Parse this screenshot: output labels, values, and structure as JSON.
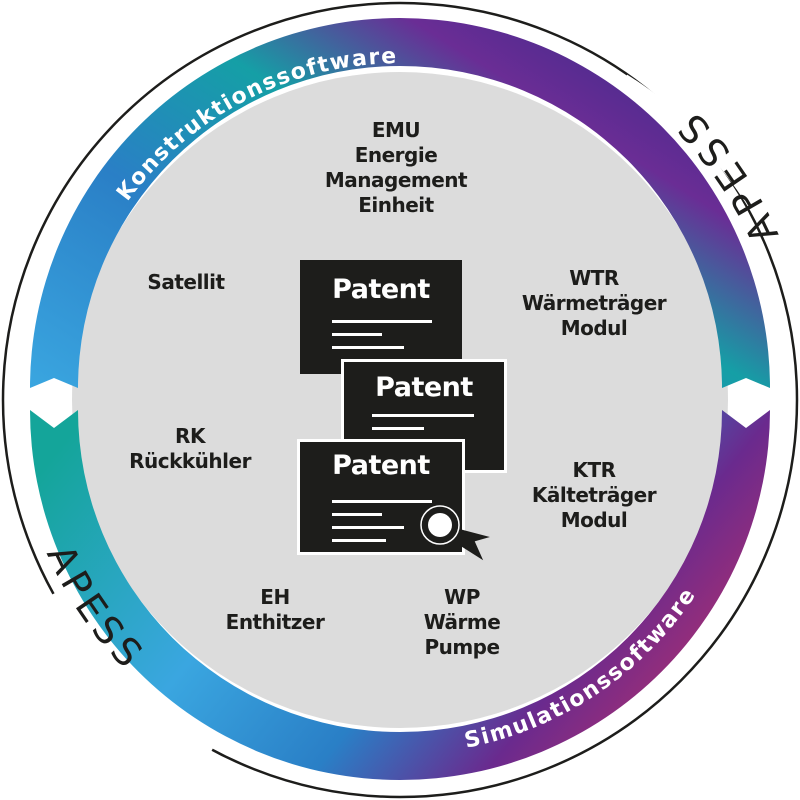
{
  "ring": {
    "top_label": "Konstruktionssoftware",
    "bottom_label": "Simulationssoftware",
    "brand_top_right": "APESS",
    "brand_bottom_left": "APESS"
  },
  "colors": {
    "blue": "#2e8fd6",
    "light_blue": "#3aa6e0",
    "teal": "#14a59a",
    "purple": "#6a2a8e",
    "indigo": "#3b2a8a",
    "magenta": "#b0306e",
    "disc": "#dcdcdc",
    "ink": "#1d1d1b"
  },
  "components": [
    {
      "lines": [
        "EMU",
        "Energie",
        "Management",
        "Einheit"
      ]
    },
    {
      "lines": [
        "Satellit"
      ]
    },
    {
      "lines": [
        "WTR",
        "Wärmeträger",
        "Modul"
      ]
    },
    {
      "lines": [
        "RK",
        "Rückkühler"
      ]
    },
    {
      "lines": [
        "KTR",
        "Kälteträger",
        "Modul"
      ]
    },
    {
      "lines": [
        "EH",
        "Enthitzer"
      ]
    },
    {
      "lines": [
        "WP",
        "Wärme",
        "Pumpe"
      ]
    }
  ],
  "certificates": [
    {
      "title": "Patent",
      "icon": "document-icon"
    },
    {
      "title": "Patent",
      "icon": "document-icon"
    },
    {
      "title": "Patent",
      "icon": "certificate-seal-icon"
    }
  ]
}
